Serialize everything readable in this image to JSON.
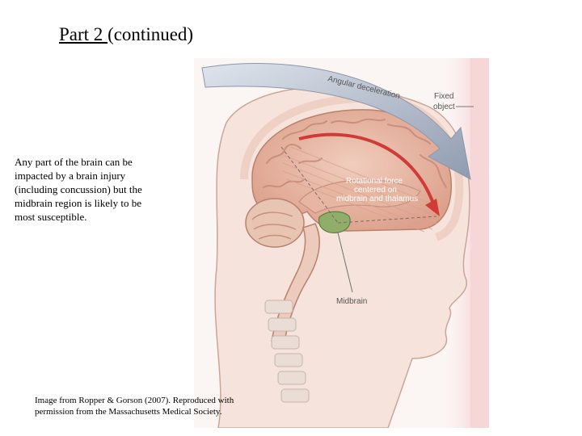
{
  "slide": {
    "title_underlined": "Part 2 ",
    "title_rest": "(continued)",
    "body": "Any part of the brain can be impacted by a brain injury (including concussion) but the midbrain region is likely to be most susceptible.",
    "credit": "Image from Ropper & Gorson (2007). Reproduced with permission from the Massachusetts Medical Society."
  },
  "figure": {
    "label_angular": "Angular deceleration",
    "label_fixed_1": "Fixed",
    "label_fixed_2": "object",
    "label_rot_1": "Rotational force",
    "label_rot_2": "centered on",
    "label_rot_3": "midbrain and thalamus",
    "label_midbrain": "Midbrain",
    "colors": {
      "brain": "#e8b9a6",
      "gyri": "#c98f7c",
      "skin": "#f6e4dc",
      "midbrain": "#8fae6a",
      "arrow_red": "#d23b35",
      "arrow_grey": "#aab3c2",
      "impact_pink": "#f6c6c9"
    }
  }
}
